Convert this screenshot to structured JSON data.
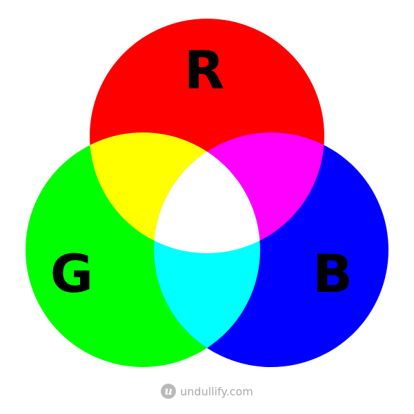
{
  "diagram": {
    "circles": [
      {
        "label": "R",
        "name": "red",
        "color": "#ff0000"
      },
      {
        "label": "G",
        "name": "green",
        "color": "#00ff00"
      },
      {
        "label": "B",
        "name": "blue",
        "color": "#0000ff"
      }
    ],
    "overlaps": [
      {
        "name": "red-green",
        "color": "#ffff00"
      },
      {
        "name": "red-blue",
        "color": "#ff00ff"
      },
      {
        "name": "green-blue",
        "color": "#00ffff"
      },
      {
        "name": "red-green-blue",
        "color": "#ffffff"
      }
    ]
  },
  "footer": {
    "logo_letter": "u",
    "brand": "undullify.com"
  }
}
